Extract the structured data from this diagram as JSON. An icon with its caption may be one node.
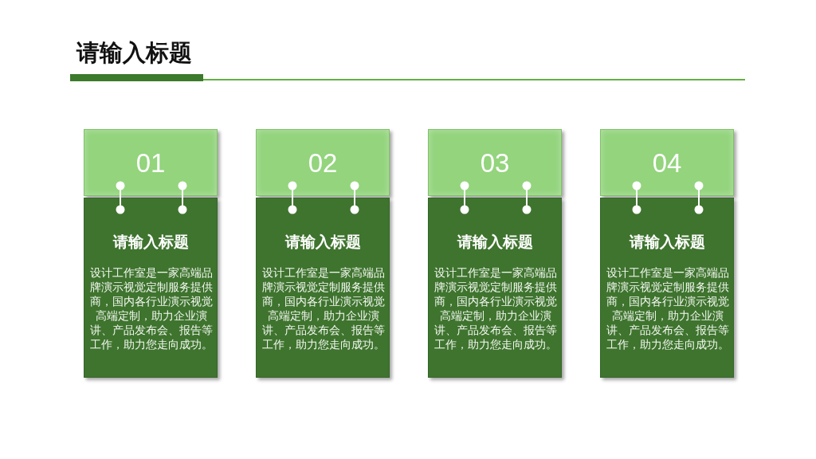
{
  "diagram": {
    "title": "请输入标题",
    "nodes": [
      {
        "text": [
          "01"
        ]
      },
      {
        "text": [
          "请输入标题",
          "设计工作室是一家高端品牌演示视觉定制服务提供商，国内各行业演示视觉高端定制，助力企业演讲、产品发布会、报告等工作，助力您走向成功。"
        ]
      },
      {
        "text": [
          "02"
        ]
      },
      {
        "text": [
          "请输入标题",
          "设计工作室是一家高端品牌演示视觉定制服务提供商，国内各行业演示视觉高端定制，助力企业演讲、产品发布会、报告等工作，助力您走向成功。"
        ]
      },
      {
        "text": [
          "03"
        ]
      },
      {
        "text": [
          "请输入标题",
          "设计工作室是一家高端品牌演示视觉定制服务提供商，国内各行业演示视觉高端定制，助力企业演讲、产品发布会、报告等工作，助力您走向成功。"
        ]
      },
      {
        "text": [
          "04"
        ]
      },
      {
        "text": [
          "请输入标题",
          "设计工作室是一家高端品牌演示视觉定制服务提供商，国内各行业演示视觉高端定制，助力企业演讲、产品发布会、报告等工作，助力您走向成功。"
        ]
      }
    ],
    "edges": [
      {
        "from": 0,
        "to": 1,
        "arrow": "other"
      },
      {
        "from": 0,
        "to": 1,
        "arrow": "other"
      },
      {
        "from": 2,
        "to": 3,
        "arrow": "other"
      },
      {
        "from": 2,
        "to": 3,
        "arrow": "other"
      },
      {
        "from": 4,
        "to": 5,
        "arrow": "other"
      },
      {
        "from": 4,
        "to": 5,
        "arrow": "other"
      },
      {
        "from": 6,
        "to": 7,
        "arrow": "other"
      },
      {
        "from": 6,
        "to": 7,
        "arrow": "other"
      }
    ]
  }
}
